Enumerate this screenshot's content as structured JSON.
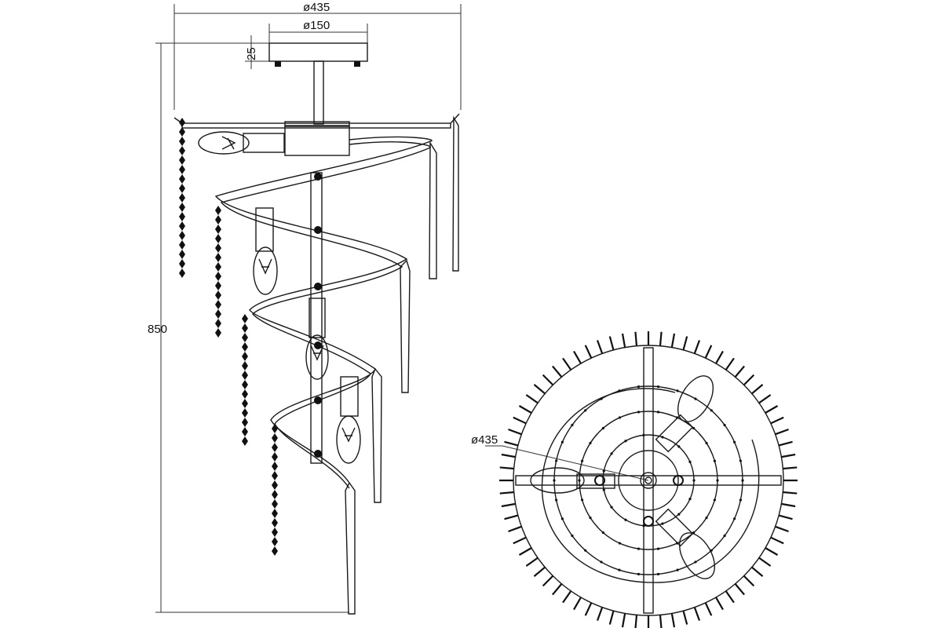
{
  "dimensions": {
    "overall_diameter": "ø435",
    "canopy_diameter": "ø150",
    "canopy_height": "25",
    "overall_height": "850",
    "top_view_diameter": "ø435"
  },
  "colors": {
    "line": "#1a1a1a",
    "background": "#ffffff"
  }
}
